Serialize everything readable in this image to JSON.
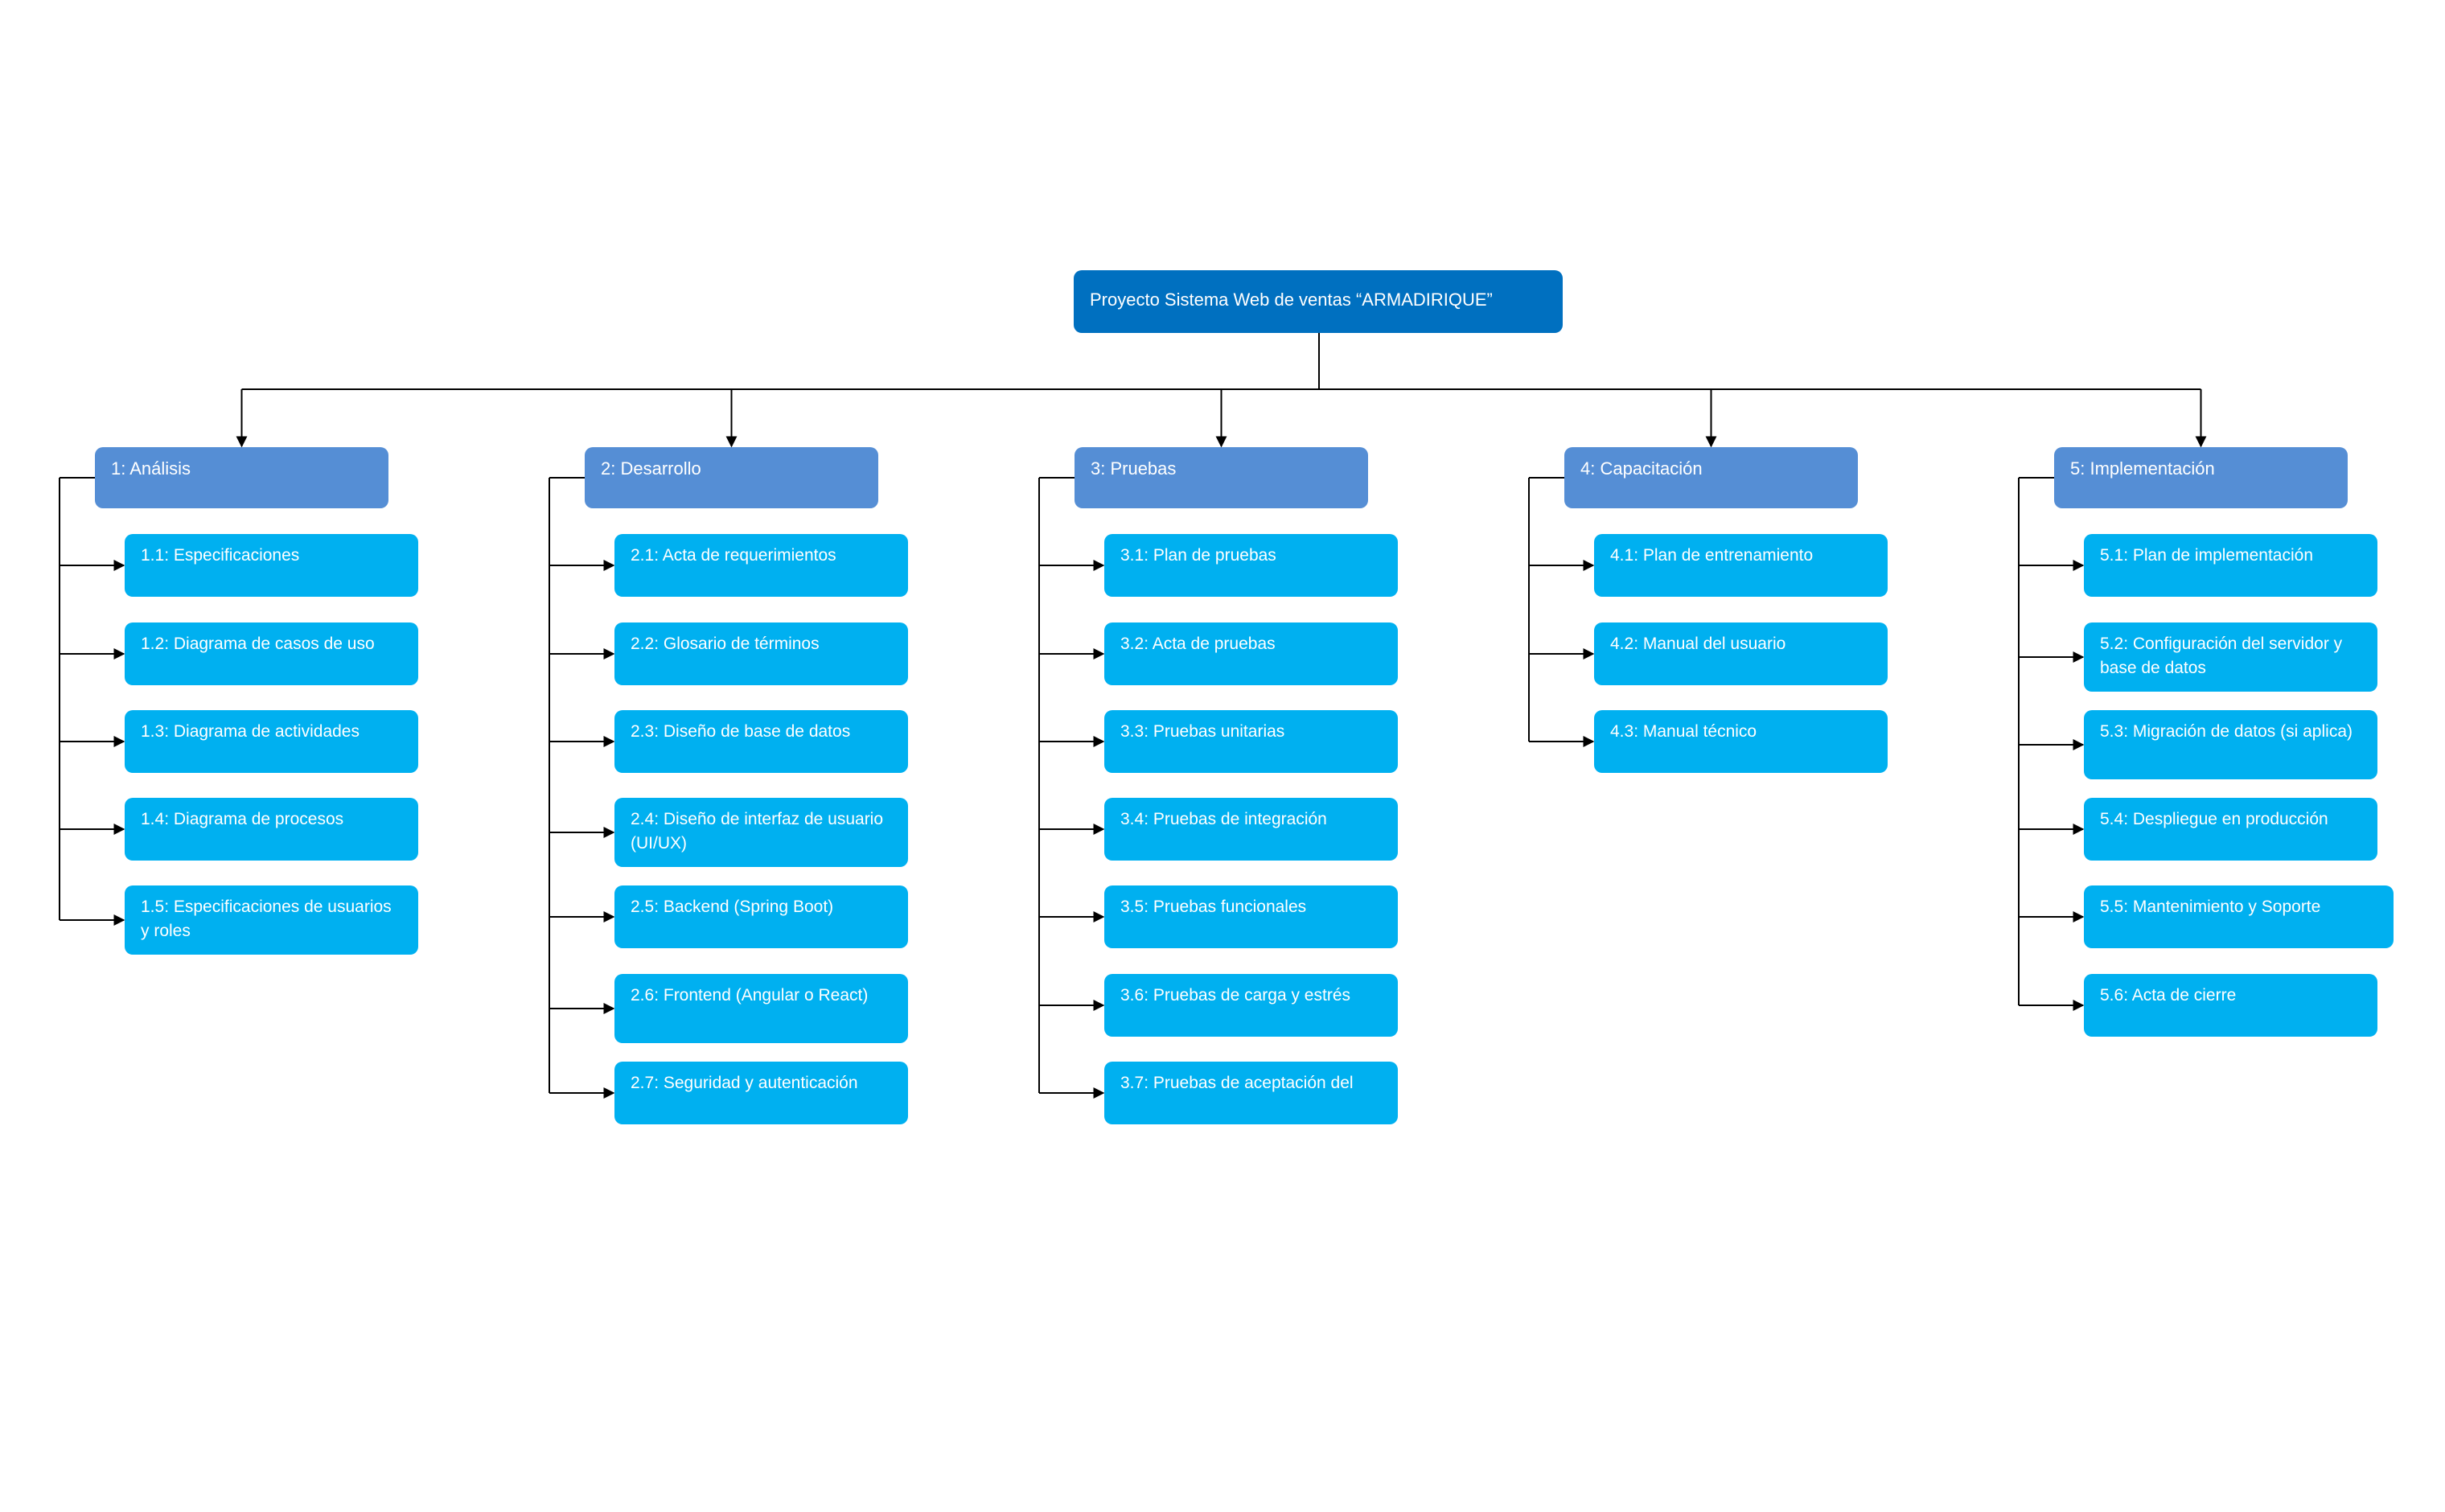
{
  "root": {
    "label": "Proyecto Sistema Web de ventas “ARMADIRIQUE”"
  },
  "colors": {
    "root": "#0070C0",
    "phase": "#558ED5",
    "task": "#00B0F0",
    "line": "#000000"
  },
  "phases": [
    {
      "label": "1: Análisis",
      "tasks": [
        {
          "label": "1.1: Especificaciones"
        },
        {
          "label": "1.2: Diagrama de casos de uso"
        },
        {
          "label": "1.3: Diagrama de actividades"
        },
        {
          "label": "1.4: Diagrama de procesos"
        },
        {
          "label": "1.5: Especificaciones de usuarios y roles"
        }
      ]
    },
    {
      "label": "2: Desarrollo",
      "tasks": [
        {
          "label": "2.1: Acta de requerimientos"
        },
        {
          "label": "2.2: Glosario de términos"
        },
        {
          "label": "2.3: Diseño de base de datos"
        },
        {
          "label": "2.4: Diseño de interfaz de usuario (UI/UX)"
        },
        {
          "label": "2.5: Backend (Spring Boot)"
        },
        {
          "label": "2.6: Frontend (Angular o React)"
        },
        {
          "label": "2.7: Seguridad y autenticación"
        }
      ]
    },
    {
      "label": "3: Pruebas",
      "tasks": [
        {
          "label": "3.1: Plan de pruebas"
        },
        {
          "label": "3.2: Acta de pruebas"
        },
        {
          "label": "3.3: Pruebas unitarias"
        },
        {
          "label": "3.4: Pruebas de integración"
        },
        {
          "label": "3.5: Pruebas funcionales"
        },
        {
          "label": "3.6: Pruebas de carga y estrés"
        },
        {
          "label": "3.7: Pruebas de aceptación del"
        }
      ]
    },
    {
      "label": "4: Capacitación",
      "tasks": [
        {
          "label": "4.1: Plan de entrenamiento"
        },
        {
          "label": "4.2: Manual del usuario"
        },
        {
          "label": "4.3: Manual técnico"
        }
      ]
    },
    {
      "label": "5: Implementación",
      "tasks": [
        {
          "label": "5.1: Plan de implementación"
        },
        {
          "label": "5.2: Configuración del servidor y base de datos"
        },
        {
          "label": "5.3: Migración de datos (si aplica)"
        },
        {
          "label": "5.4: Despliegue en producción"
        },
        {
          "label": "5.5: Mantenimiento y Soporte"
        },
        {
          "label": "5.6: Acta de cierre"
        }
      ]
    }
  ]
}
